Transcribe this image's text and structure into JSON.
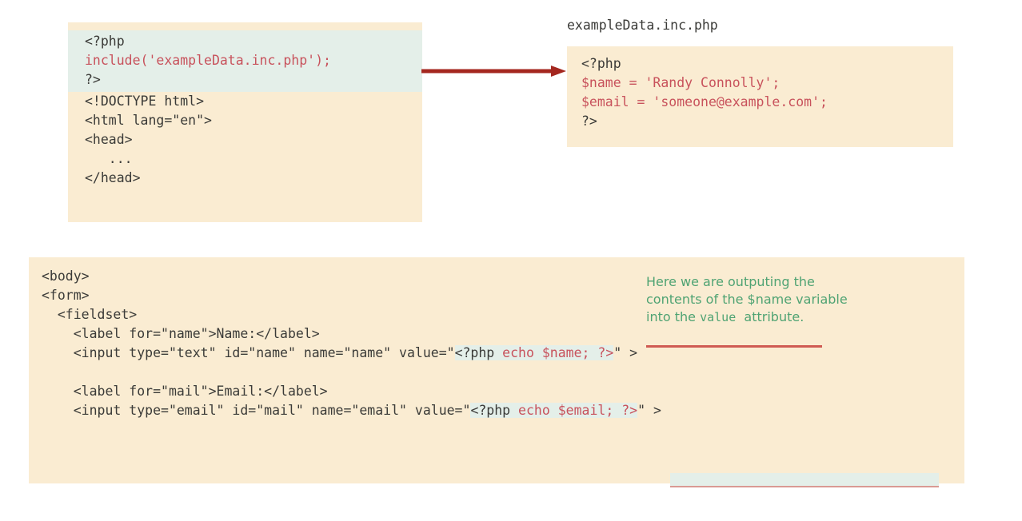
{
  "colors": {
    "code_bg": "#faecd2",
    "php_highlight_bg": "#e4efe9",
    "php_text": "#c8525c",
    "code_text": "#3b3b38",
    "note_text": "#4fa373",
    "arrow": "#a4271f",
    "note_underline": "#cf5b53",
    "page_bg": "#ffffff"
  },
  "include_block": {
    "highlighted_lines": [
      "<?php",
      "include('exampleData.inc.php');",
      "?>"
    ],
    "php_line_index": 1,
    "plain_lines": [
      "<!DOCTYPE html>",
      "<html lang=\"en\">",
      "<head>",
      "   ...",
      "</head>"
    ]
  },
  "example_data_block": {
    "filename": "exampleData.inc.php",
    "lines": [
      {
        "text": "<?php",
        "php": false
      },
      {
        "text": "$name = 'Randy Connolly';",
        "php": true
      },
      {
        "text": "$email = 'someone@example.com';",
        "php": true
      },
      {
        "text": "?>",
        "php": false
      }
    ]
  },
  "arrow": {
    "name": "include-arrow",
    "direction": "right"
  },
  "form_block": {
    "lines": [
      {
        "plain": "<body>"
      },
      {
        "plain": "<form>"
      },
      {
        "plain": "  <fieldset>"
      },
      {
        "plain": "    <label for=\"name\">Name:</label>"
      },
      {
        "prefix": "    <input type=\"text\" id=\"name\" name=\"name\" value=\"",
        "hl_open": "<?php ",
        "hl_php": "echo $name;",
        "hl_close": " ?>",
        "suffix": "\" >"
      },
      {
        "plain": ""
      },
      {
        "plain": "    <label for=\"mail\">Email:</label>"
      },
      {
        "prefix": "    <input type=\"email\" id=\"mail\" name=\"email\" value=\"",
        "hl_open": "<?php ",
        "hl_php": "echo $email;",
        "hl_close": " ?>",
        "suffix": "\" >"
      }
    ]
  },
  "annotation": {
    "line1": "Here we are outputing the",
    "line2": "contents of the $name variable",
    "line3_pre": "into the ",
    "line3_mono": "value",
    "line3_post": "  attribute."
  }
}
